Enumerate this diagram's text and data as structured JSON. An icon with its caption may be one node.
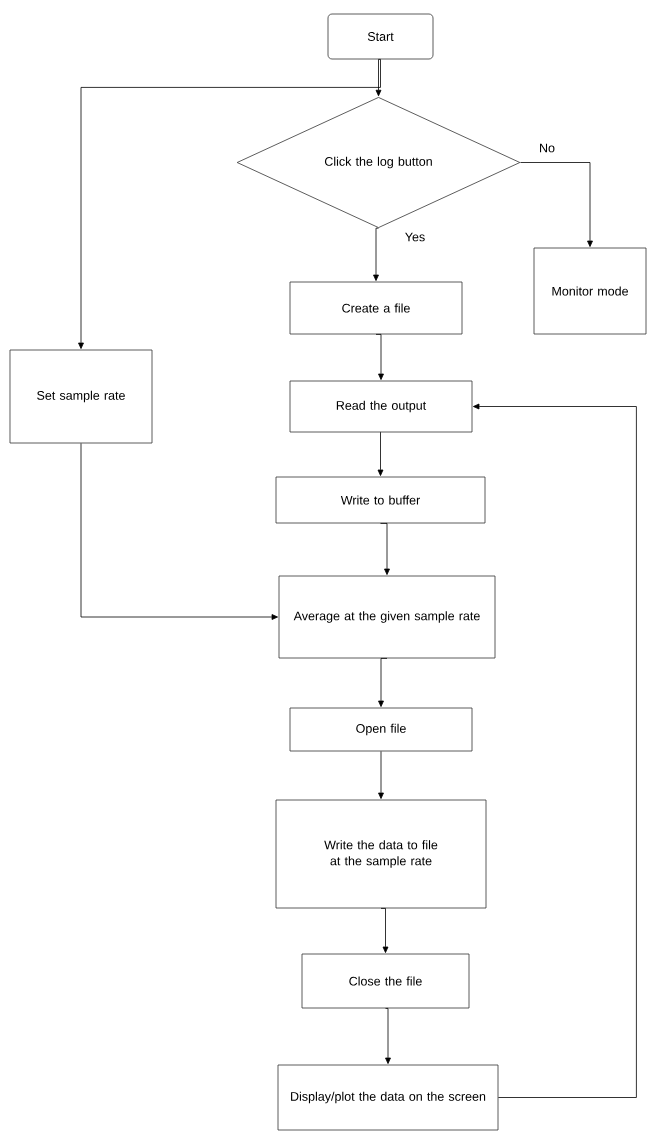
{
  "diagram": {
    "nodes": [
      {
        "text": [
          "Start"
        ]
      },
      {
        "text": [
          "Click the log button"
        ]
      },
      {
        "text": [
          "Monitor mode"
        ]
      },
      {
        "text": [
          "Create a file"
        ]
      },
      {
        "text": [
          "Set sample rate"
        ]
      },
      {
        "text": [
          "Read the output"
        ]
      },
      {
        "text": [
          "Write to buffer"
        ]
      },
      {
        "text": [
          "Average at the given sample rate"
        ]
      },
      {
        "text": [
          "Open file"
        ]
      },
      {
        "text": [
          "Write the data to file at the sample rate"
        ]
      },
      {
        "text": [
          "Close the file"
        ]
      },
      {
        "text": [
          "Display/plot the data on the screen"
        ]
      }
    ],
    "edges": [
      {
        "from": 0,
        "to": 1,
        "arrow": "to"
      },
      {
        "from": 0,
        "to": 4,
        "arrow": "to"
      },
      {
        "from": 1,
        "to": 2,
        "arrow": "to",
        "label": "No"
      },
      {
        "from": 1,
        "to": 3,
        "arrow": "to",
        "label": "Yes"
      },
      {
        "from": 3,
        "to": 5,
        "arrow": "to"
      },
      {
        "from": 5,
        "to": 6,
        "arrow": "to"
      },
      {
        "from": 6,
        "to": 7,
        "arrow": "to"
      },
      {
        "from": 4,
        "to": 7,
        "arrow": "to"
      },
      {
        "from": 7,
        "to": 8,
        "arrow": "to"
      },
      {
        "from": 8,
        "to": 9,
        "arrow": "to"
      },
      {
        "from": 9,
        "to": 10,
        "arrow": "to"
      },
      {
        "from": 10,
        "to": 11,
        "arrow": "to"
      },
      {
        "from": 11,
        "to": 5,
        "arrow": "to"
      }
    ]
  }
}
